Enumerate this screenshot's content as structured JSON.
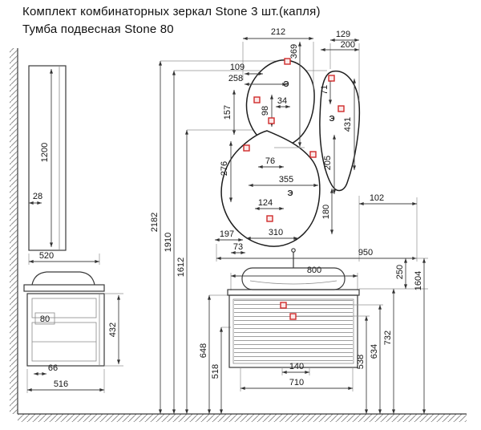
{
  "title": {
    "line1": "Комплект комбинаторных зеркал Stone 3 шт.(капля)",
    "line2": "Тумба подвесная Stone 80"
  },
  "symbols": {
    "electric": "Э"
  },
  "dims": {
    "w212": "212",
    "h369": "369",
    "w129": "129",
    "w200": "200",
    "w109": "109",
    "w258": "258",
    "h157": "157",
    "h98": "98",
    "w34": "34",
    "h71": "71",
    "h431": "431",
    "h205": "205",
    "h1200": "1200",
    "w28": "28",
    "h276": "276",
    "w76": "76",
    "w355": "355",
    "w102": "102",
    "w124": "124",
    "h180": "180",
    "w310": "310",
    "w197": "197",
    "w73": "73",
    "h2182": "2182",
    "h1910": "1910",
    "h1612": "1612",
    "w520": "520",
    "w950": "950",
    "w800": "800",
    "h250": "250",
    "h1604": "1604",
    "w80": "80",
    "h432": "432",
    "w66": "66",
    "w516": "516",
    "h648": "648",
    "h518": "518",
    "h538": "538",
    "h634": "634",
    "h732": "732",
    "w140": "140",
    "w710": "710"
  }
}
